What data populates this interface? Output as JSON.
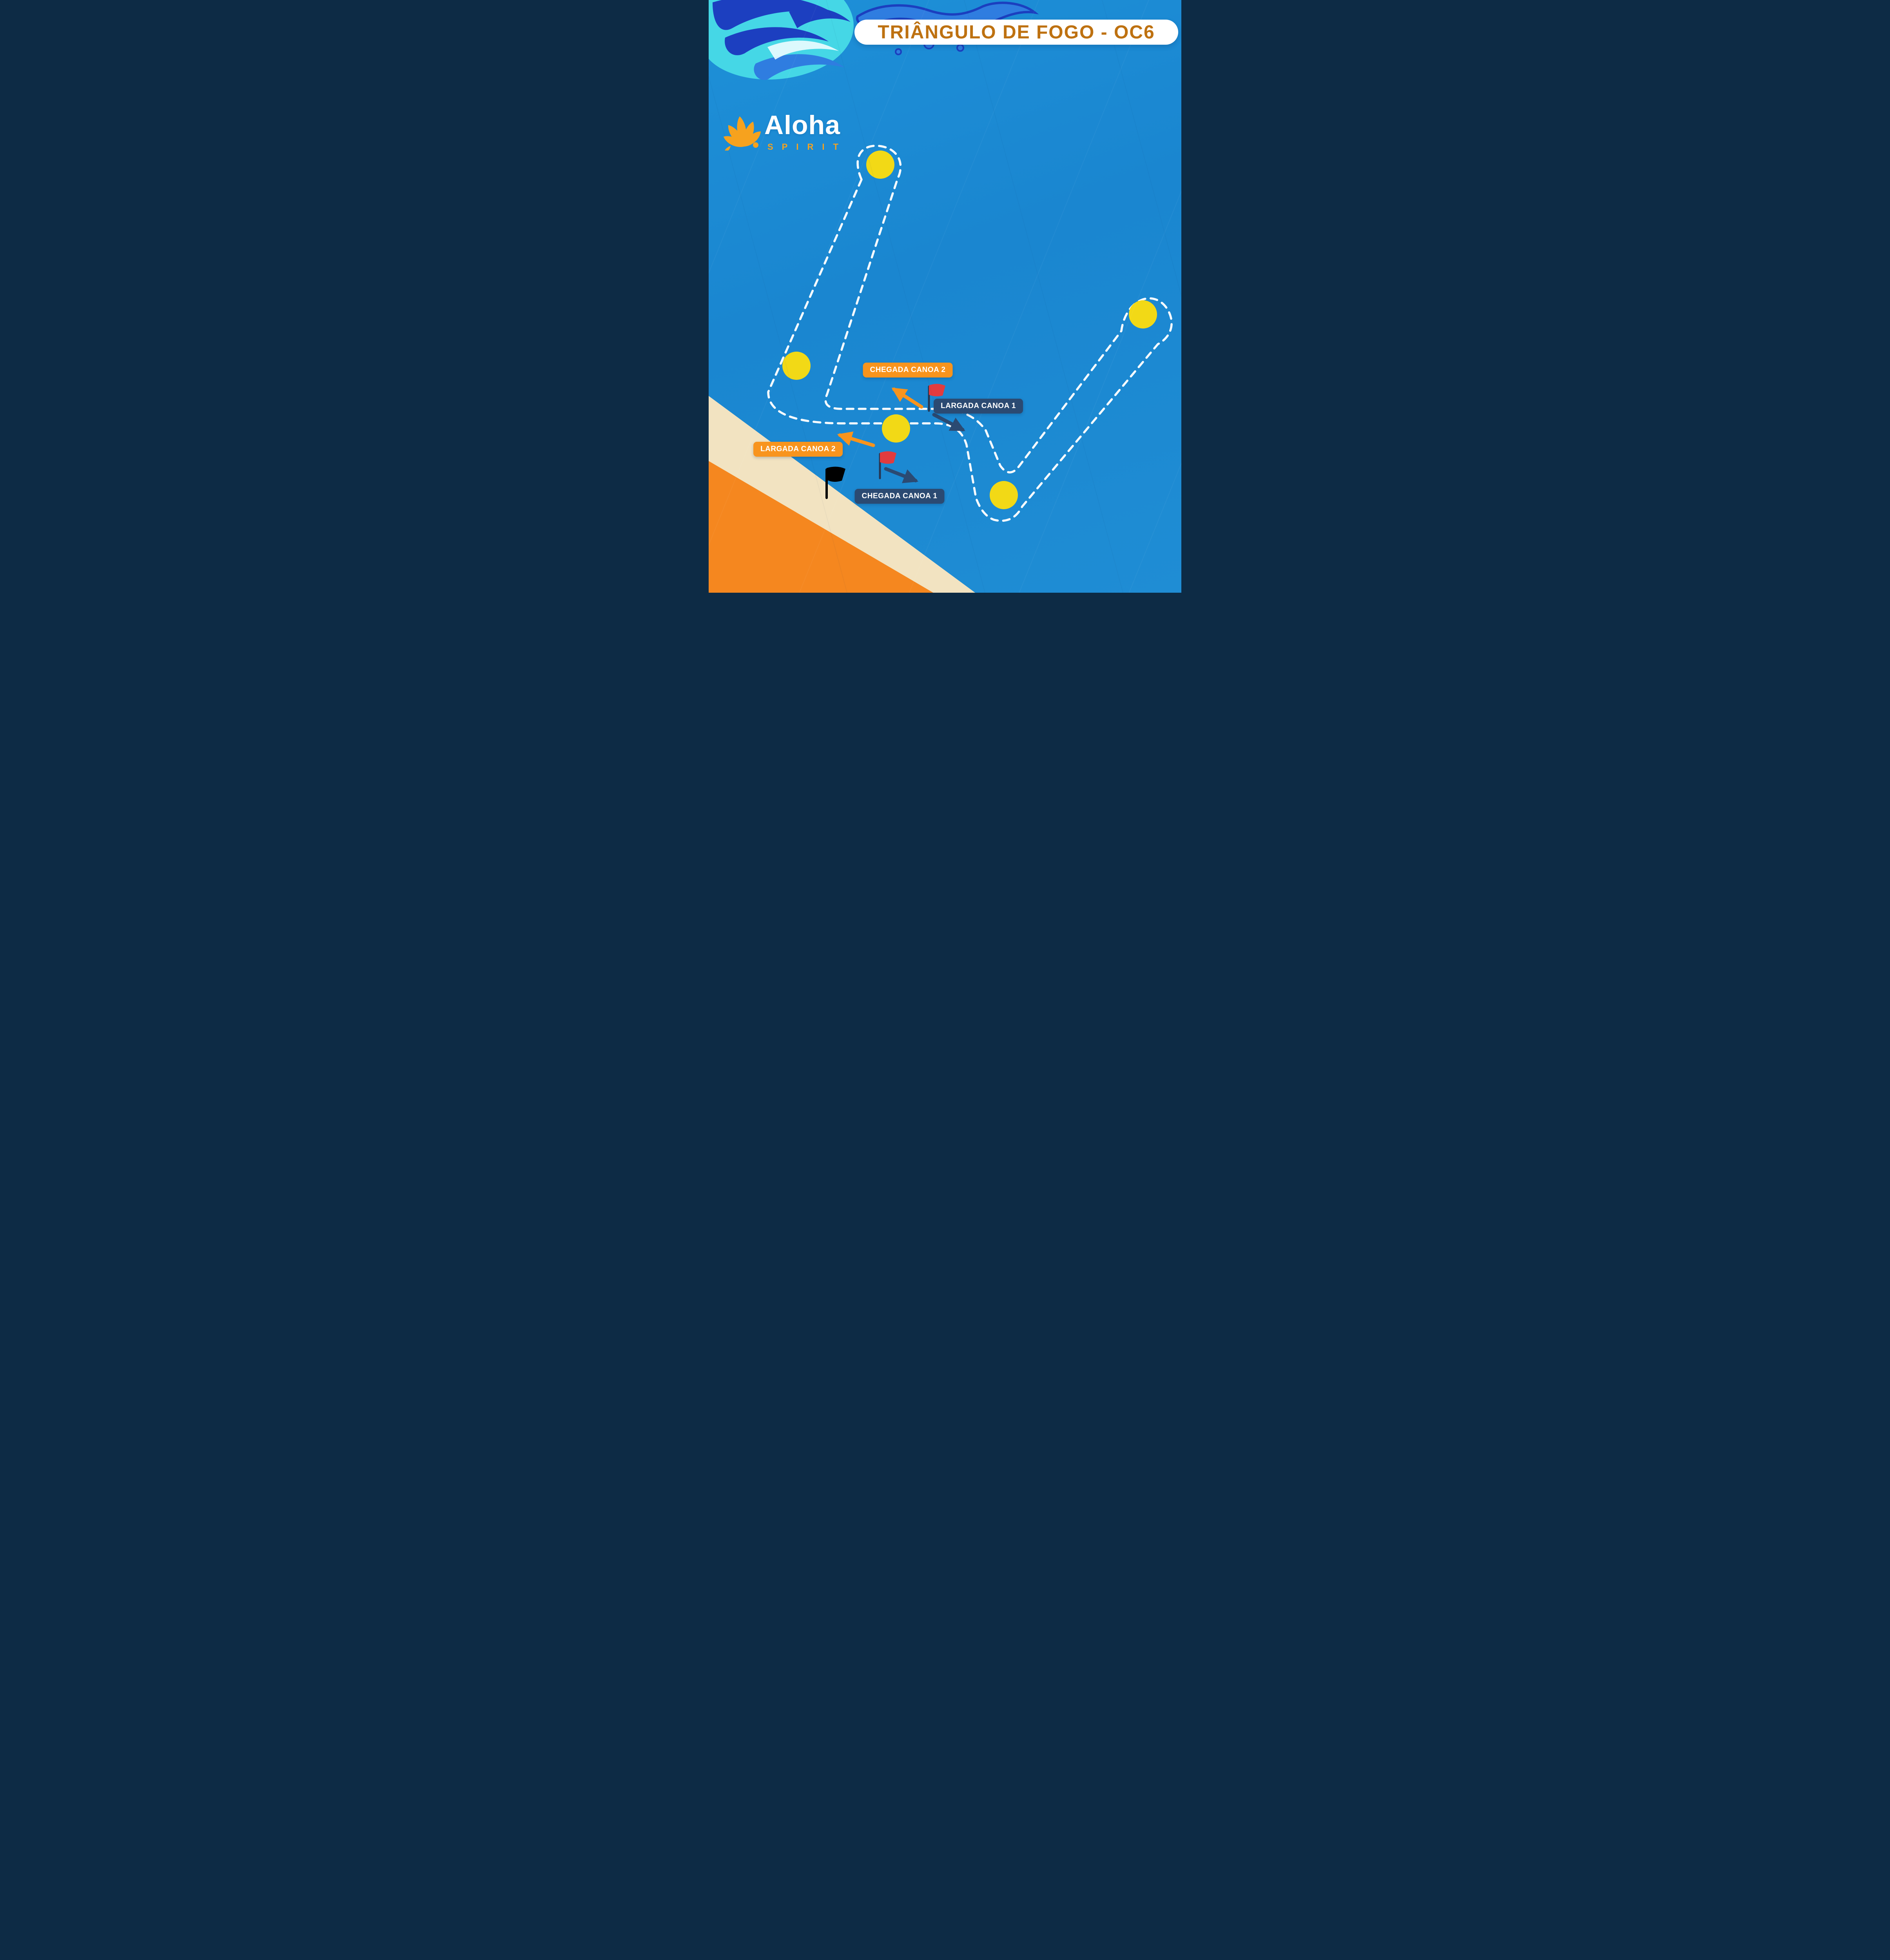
{
  "banner": {
    "title": "TRIÂNGULO DE FOGO - OC6"
  },
  "logo": {
    "name": "Aloha",
    "subtitle": "SPIRIT"
  },
  "course": {
    "badges": [
      {
        "id": "chegada-canoa-2",
        "label": "CHEGADA CANOA 2",
        "color": "#F8941D"
      },
      {
        "id": "largada-canoa-1",
        "label": "LARGADA CANOA 1",
        "color": "#2B4A72"
      },
      {
        "id": "largada-canoa-2",
        "label": "LARGADA CANOA 2",
        "color": "#F8941D"
      },
      {
        "id": "chegada-canoa-1",
        "label": "CHEGADA CANOA 1",
        "color": "#2B4A72"
      }
    ],
    "buoys": {
      "count": 5,
      "color": "#F2D916"
    },
    "flags": [
      {
        "color": "red"
      },
      {
        "color": "red"
      },
      {
        "color": "black"
      }
    ],
    "path_style": {
      "stroke": "#FFFFFF",
      "dashed": true
    }
  },
  "colors": {
    "ocean": "#1B8AD3",
    "sand": "#F2E3C1",
    "shore_orange": "#F5871F",
    "banner_bg": "#FFFFFF",
    "banner_text": "#BE7110",
    "wave_dark": "#1C3FC0",
    "wave_mid": "#2F7DE0",
    "wave_cyan": "#45D7E6",
    "logo_orange": "#F6A21E",
    "badge_orange": "#F8941D",
    "badge_navy": "#2B4A72",
    "flag_red": "#E23B3E"
  }
}
